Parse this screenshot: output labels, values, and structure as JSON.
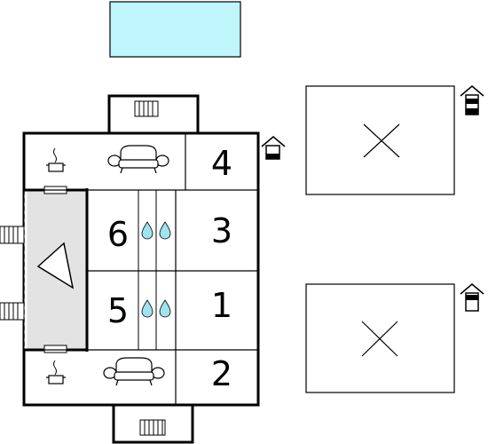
{
  "plan": {
    "colors": {
      "pool": "#bff6fb",
      "hall": "#e3e3e3",
      "drop": "#9fe3ee",
      "wall": "#000000",
      "background": "#ffffff"
    },
    "rooms": [
      {
        "id": "room-4",
        "number": "4"
      },
      {
        "id": "room-6",
        "number": "6"
      },
      {
        "id": "room-3",
        "number": "3"
      },
      {
        "id": "room-5",
        "number": "5"
      },
      {
        "id": "room-1",
        "number": "1"
      },
      {
        "id": "room-2",
        "number": "2"
      }
    ],
    "icons": [
      "pool",
      "radiator",
      "cooking-pot",
      "sofa",
      "shower-drop",
      "stairs",
      "house-marker",
      "building-cross",
      "hall-triangle"
    ]
  }
}
